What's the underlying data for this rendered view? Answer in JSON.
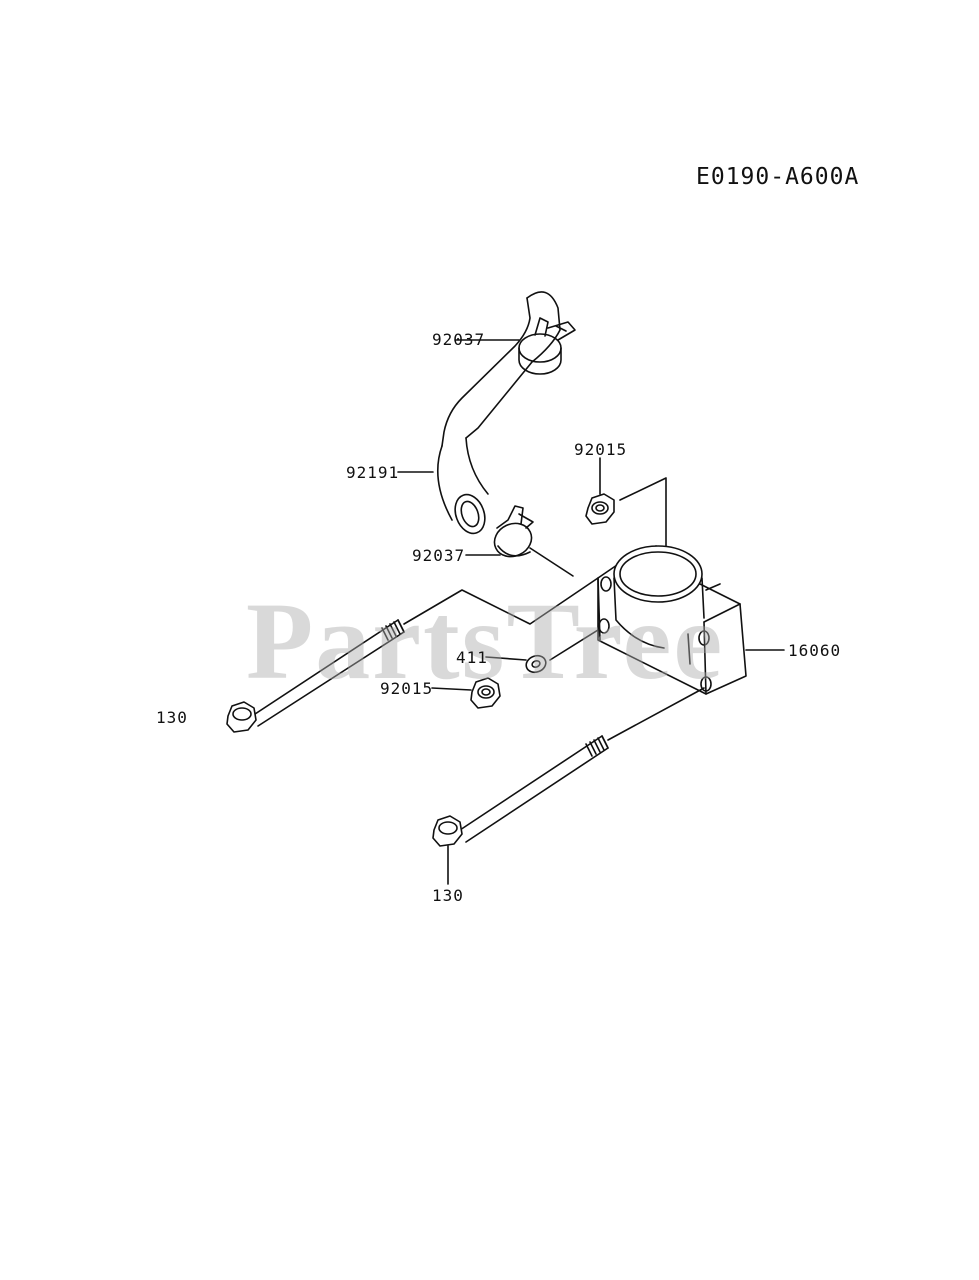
{
  "diagram_code": "E0190-A600A",
  "watermark": "PartsTree",
  "parts": [
    {
      "id": "clamp-top",
      "ref": "92037",
      "icon": "hose-clamp-icon"
    },
    {
      "id": "hose",
      "ref": "92191",
      "icon": "hose-icon"
    },
    {
      "id": "nut-top",
      "ref": "92015",
      "icon": "flange-nut-icon"
    },
    {
      "id": "clamp-lower",
      "ref": "92037",
      "icon": "hose-clamp-icon"
    },
    {
      "id": "washer",
      "ref": "411",
      "icon": "washer-icon"
    },
    {
      "id": "nut-lower",
      "ref": "92015",
      "icon": "flange-nut-icon"
    },
    {
      "id": "bolt-left",
      "ref": "130",
      "icon": "bolt-icon"
    },
    {
      "id": "holder",
      "ref": "16060",
      "icon": "carburetor-holder-icon"
    },
    {
      "id": "bolt-bottom",
      "ref": "130",
      "icon": "bolt-icon"
    }
  ],
  "colors": {
    "line": "#111111",
    "watermark": "#aaaaaa",
    "background": "#ffffff"
  }
}
